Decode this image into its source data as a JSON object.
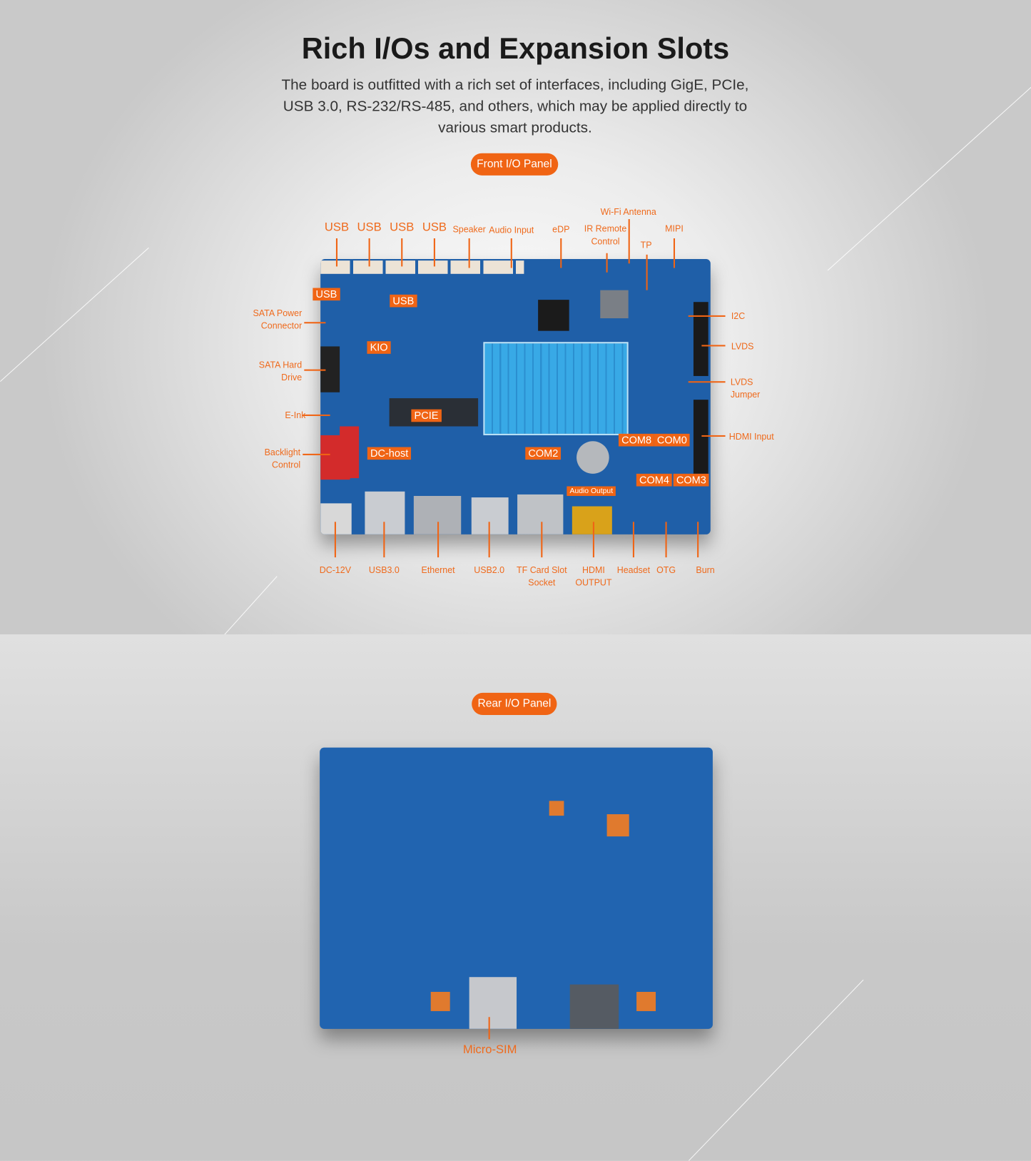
{
  "header": {
    "title": "Rich I/Os and Expansion Slots",
    "subtitle": [
      "The board is outfitted with a rich set of interfaces, including GigE, PCIe,",
      "USB 3.0, RS-232/RS-485, and others, which may be applied directly to",
      "various smart products."
    ]
  },
  "front": {
    "pill": "Front I/O Panel",
    "labels": [
      "USB",
      "USB",
      "USB",
      "USB",
      "Speaker",
      "Audio Input",
      "eDP",
      "IR Remote\nControl",
      "Wi-Fi Antenna",
      "TP",
      "MIPI",
      "SATA Power\nConnector",
      "SATA Hard\nDrive",
      "E-Ink",
      "Backlight\nControl",
      "I2C",
      "LVDS",
      "LVDS\nJumper",
      "HDMI Input",
      "DC-12V",
      "USB3.0",
      "Ethernet",
      "USB2.0",
      "TF Card Slot\nSocket",
      "HDMI\nOUTPUT",
      "Headset",
      "OTG",
      "Burn"
    ],
    "tags": [
      "USB",
      "USB",
      "KIO",
      "PCIE",
      "DC-host",
      "COM2",
      "COM8",
      "COM0",
      "COM4",
      "COM3",
      "Audio Output"
    ]
  },
  "rear": {
    "pill": "Rear I/O Panel",
    "labels": [
      "Micro-SIM"
    ]
  },
  "colors": {
    "accent": "#f06414",
    "label": "#ef6a1c",
    "board": "#1f5fa8",
    "heatsink": "#38a9e6"
  }
}
